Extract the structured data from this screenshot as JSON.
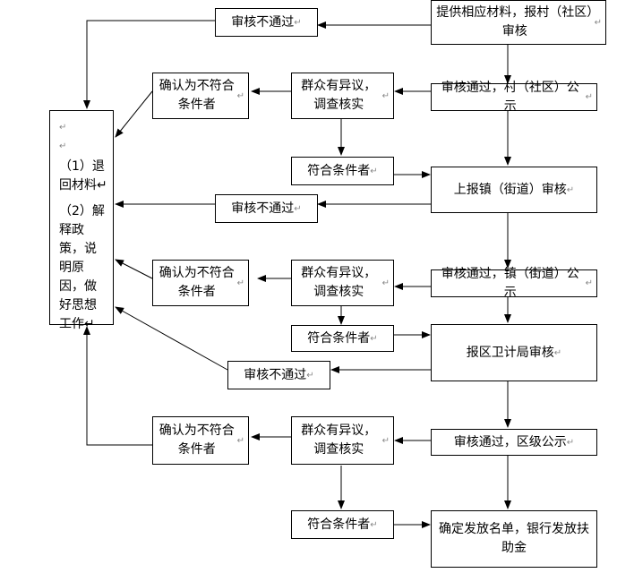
{
  "nodes": {
    "start": "提供相应材料，报村（社区）审核",
    "reject1": "审核不通过",
    "pass_village": "审核通过，村（社区）公示",
    "objection1": "群众有异议，调查核实",
    "nonqual1": "确认为不符合条件者",
    "qual1": "符合条件者",
    "town_review": "上报镇（街道）审核",
    "reject2": "审核不通过",
    "pass_town": "审核通过，镇（街道）公示",
    "objection2": "群众有异议，调查核实",
    "nonqual2": "确认为不符合条件者",
    "qual2": "符合条件者",
    "district_review": "报区卫计局审核",
    "reject3": "审核不通过",
    "pass_district": "审核通过，区级公示",
    "objection3": "群众有异议，调查核实",
    "nonqual3": "确认为不符合条件者",
    "qual3": "符合条件者",
    "final": "确定发放名单，银行发放扶助金",
    "outcome_lines": [
      "↵",
      "↵",
      "（1）退回材料↵",
      "（2）解释政策，说明原因，做好思想工作↵"
    ]
  },
  "paragraph_mark": "↵"
}
